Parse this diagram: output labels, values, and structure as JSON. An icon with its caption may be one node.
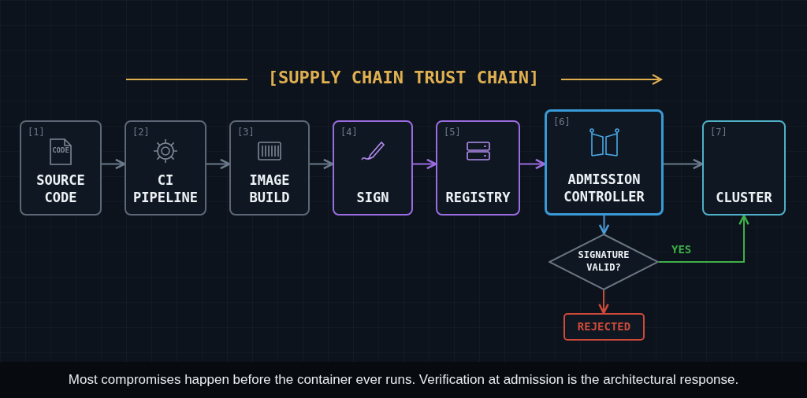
{
  "diagram": {
    "title": "[SUPPLY CHAIN TRUST CHAIN]",
    "caption": "Most compromises happen before the container ever runs. Verification at admission is the architectural response.",
    "nodes": [
      {
        "text": [
          "[1]",
          "CODE",
          "SOURCE CODE"
        ]
      },
      {
        "text": [
          "[2]",
          "CI PIPELINE"
        ]
      },
      {
        "text": [
          "[3]",
          "IMAGE BUILD"
        ]
      },
      {
        "text": [
          "[4]",
          "SIGN"
        ]
      },
      {
        "text": [
          "[5]",
          "REGISTRY"
        ]
      },
      {
        "text": [
          "[6]",
          "ADMISSION CONTROLLER"
        ]
      },
      {
        "text": [
          "[7]",
          "CLUSTER"
        ]
      },
      {
        "text": [
          "SIGNATURE VALID?"
        ]
      },
      {
        "text": [
          "REJECTED"
        ]
      }
    ],
    "edges": [
      {
        "from": 0,
        "to": 1,
        "arrow": "to"
      },
      {
        "from": 1,
        "to": 2,
        "arrow": "to"
      },
      {
        "from": 2,
        "to": 3,
        "arrow": "to"
      },
      {
        "from": 3,
        "to": 4,
        "arrow": "to",
        "color": "#9a6ce0"
      },
      {
        "from": 4,
        "to": 5,
        "arrow": "to",
        "color": "#9a6ce0"
      },
      {
        "from": 5,
        "to": 6,
        "arrow": "to"
      },
      {
        "from": 5,
        "to": 7,
        "arrow": "to",
        "color": "#4a9ad8"
      },
      {
        "from": 7,
        "to": 6,
        "arrow": "to",
        "label": "YES",
        "color": "#3fb04a"
      },
      {
        "from": 7,
        "to": 8,
        "arrow": "to",
        "color": "#d04a3a"
      }
    ]
  }
}
